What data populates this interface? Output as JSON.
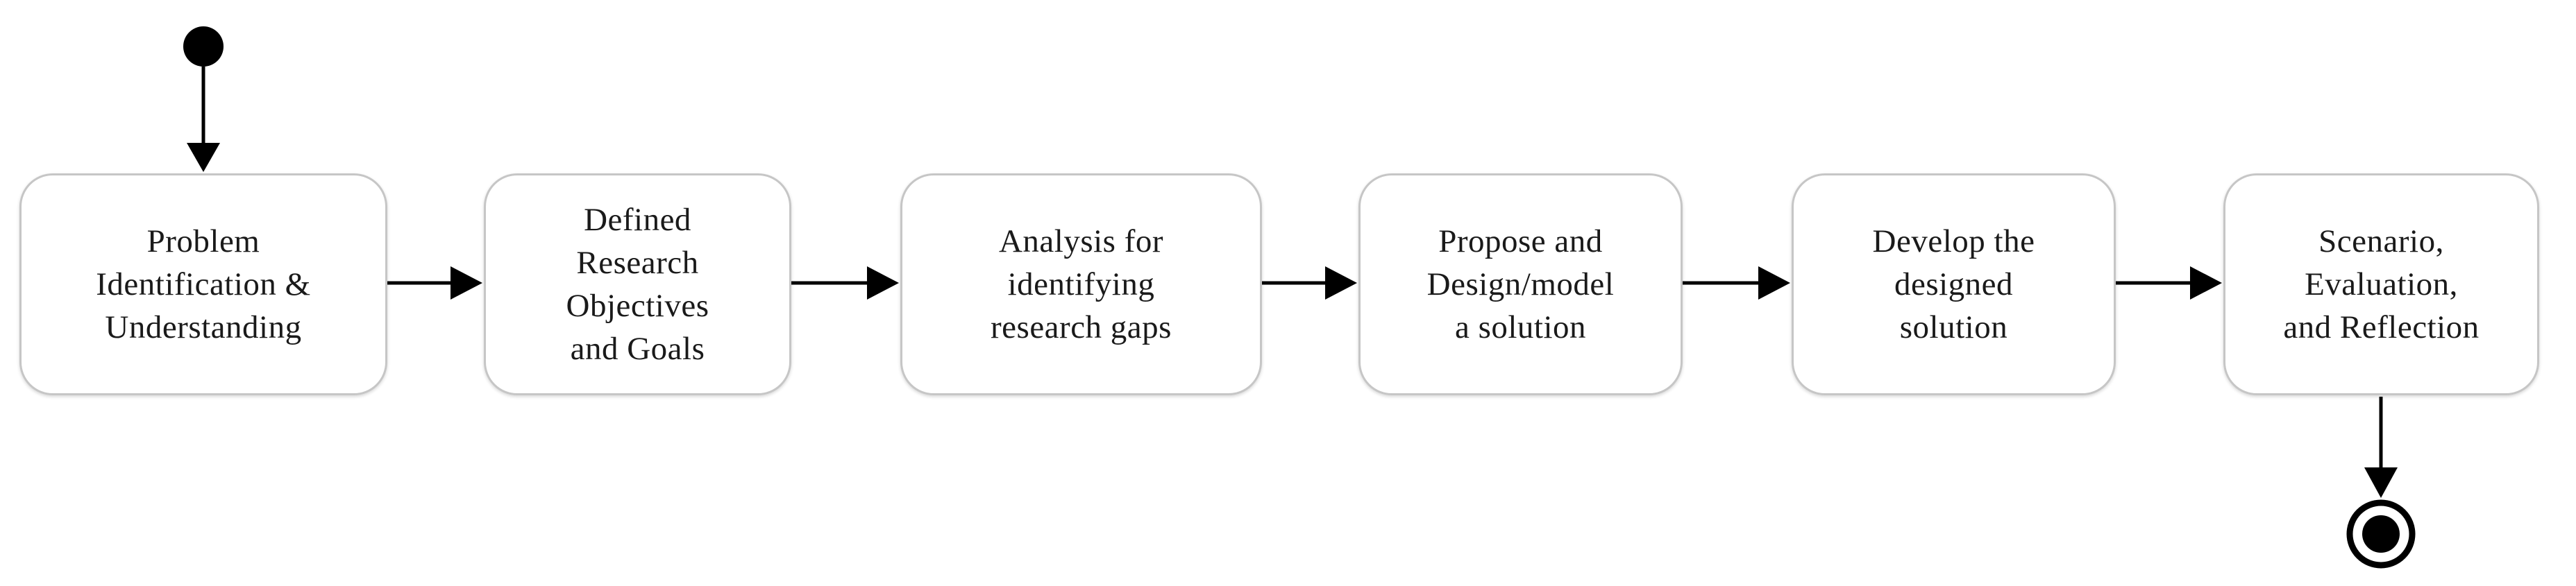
{
  "figure": {
    "type": "activity-flowchart",
    "background_color": "#ffffff",
    "box_style": {
      "fill": "#ffffff",
      "border_color": "#c6c6c6",
      "text_color": "#1a1a1a"
    },
    "connector_color": "#000000",
    "start_node": "initial-state-filled-circle",
    "end_node": "final-state-bullseye",
    "steps": [
      {
        "label": "Problem\nIdentification &\nUnderstanding"
      },
      {
        "label": "Defined\nResearch\nObjectives\nand Goals"
      },
      {
        "label": "Analysis for\nidentifying\nresearch gaps"
      },
      {
        "label": "Propose and\nDesign/model\na solution"
      },
      {
        "label": "Develop the\ndesigned\nsolution"
      },
      {
        "label": "Scenario,\nEvaluation,\nand Reflection"
      }
    ]
  }
}
